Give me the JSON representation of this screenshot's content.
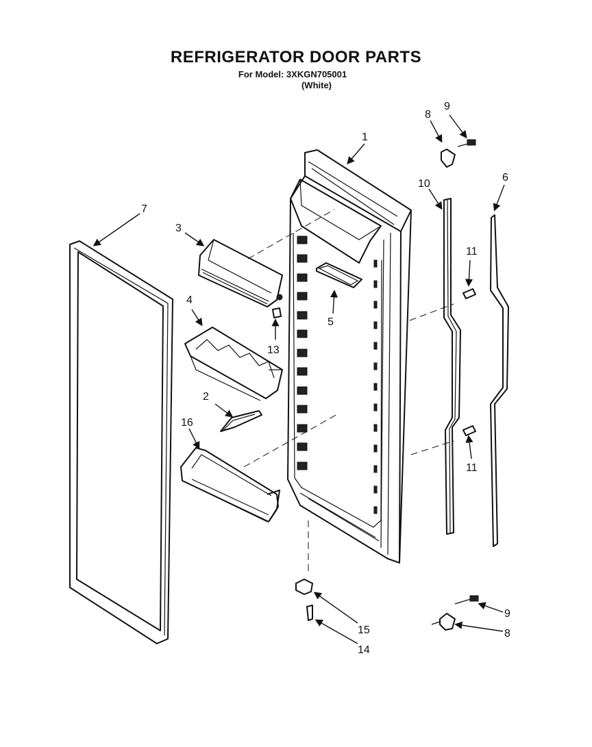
{
  "header": {
    "title": "REFRIGERATOR DOOR PARTS",
    "model_line": "For Model: 3XKGN705001",
    "color_line": "(White)"
  },
  "callouts": {
    "c1": "1",
    "c2": "2",
    "c3": "3",
    "c4": "4",
    "c5": "5",
    "c6": "6",
    "c7": "7",
    "c8a": "8",
    "c8b": "8",
    "c9a": "9",
    "c9b": "9",
    "c10": "10",
    "c11a": "11",
    "c11b": "11",
    "c13": "13",
    "c14": "14",
    "c15": "15",
    "c16": "16"
  }
}
